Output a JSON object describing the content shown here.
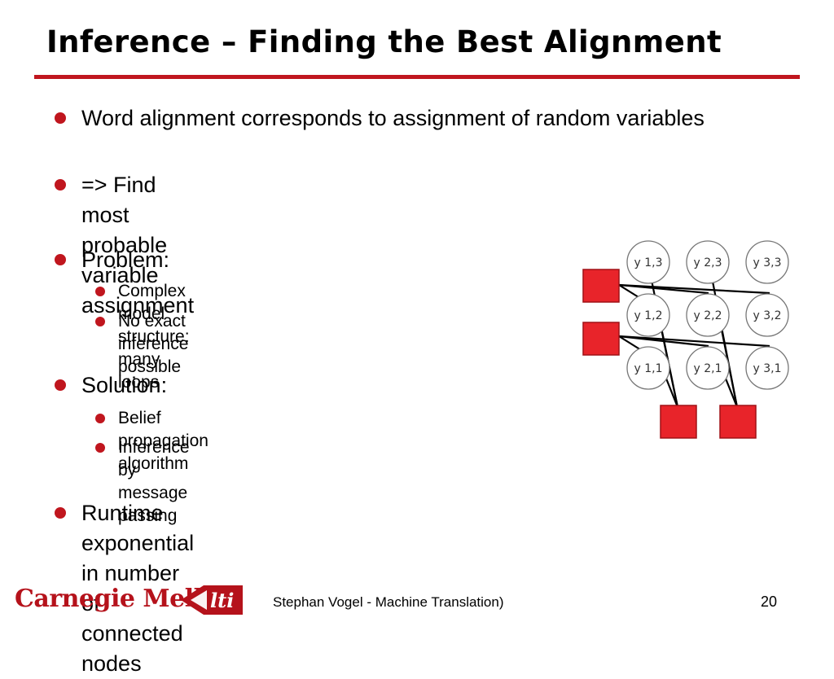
{
  "slide": {
    "title": "Inference – Finding the Best Alignment",
    "bullets": [
      {
        "text": "Word alignment corresponds to assignment of random variables"
      },
      {
        "text": "=> Find most probable variable assignment"
      },
      {
        "text": "Problem:",
        "sub": [
          "Complex model structure:  many loops",
          "No exact inference possible"
        ]
      },
      {
        "text": "Solution:",
        "sub": [
          "Belief propagation algorithm",
          "Inference by message passing"
        ]
      },
      {
        "text": "Runtime exponential in number of connected nodes"
      }
    ]
  },
  "diagram": {
    "nodes": [
      {
        "label": "y 1,3"
      },
      {
        "label": "y 2,3"
      },
      {
        "label": "y 3,3"
      },
      {
        "label": "y 1,2"
      },
      {
        "label": "y 2,2"
      },
      {
        "label": "y 3,2"
      },
      {
        "label": "y 1,1"
      },
      {
        "label": "y 2,1"
      },
      {
        "label": "y 3,1"
      }
    ],
    "factor_color": "#e8242a"
  },
  "footer": {
    "logo_text": "Carnegie Mellon",
    "lti_text": "lti",
    "caption": "Stephan Vogel - Machine Translation)",
    "page": "20"
  },
  "colors": {
    "accent": "#c0161e",
    "logo": "#b5121b"
  }
}
